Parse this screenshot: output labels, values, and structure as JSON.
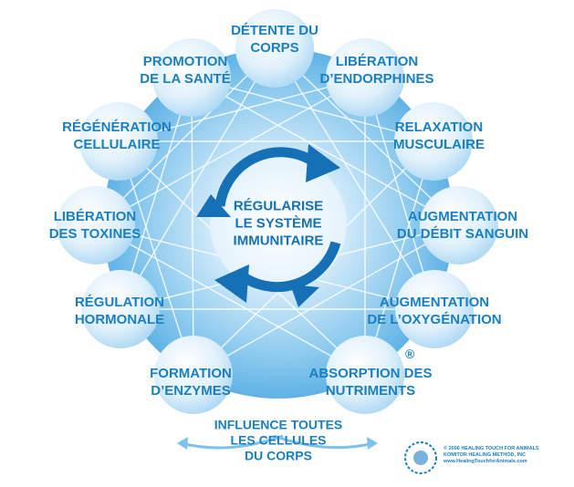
{
  "center_label": "RÉGULARISE\nLE SYSTÈME\nIMMUNITAIRE",
  "benefits": [
    "DÉTENTE DU\nCORPS",
    "LIBÉRATION\nD’ENDORPHINES",
    "RELAXATION\nMUSCULAIRE",
    "AUGMENTATION\nDU DÉBIT SANGUIN",
    "AUGMENTATION\nDE L’OXYGÉNATION",
    "ABSORPTION DES\nNUTRIMENTS",
    "FORMATION\nD’ENZYMES",
    "RÉGULATION\nHORMONALE",
    "LIBÉRATION\nDES TOXINES",
    "RÉGÉNÉRATION\nCELLULAIRE",
    "PROMOTION\nDE LA SANTÉ"
  ],
  "bottom_label": "INFLUENCE TOUTES\nLES CELLULES\nDU CORPS",
  "registered_mark": "®",
  "copyright": "© 2006 HEALING TOUCH FOR ANIMALS\nKOMITOR HEALING METHOD, INC\nwww.HealingTouchforAnimals.com",
  "colors": {
    "text": "#1a7fc1",
    "arrow": "#1670b6",
    "disc": "#7cc2ec",
    "bubble": "#cfe8f8"
  }
}
